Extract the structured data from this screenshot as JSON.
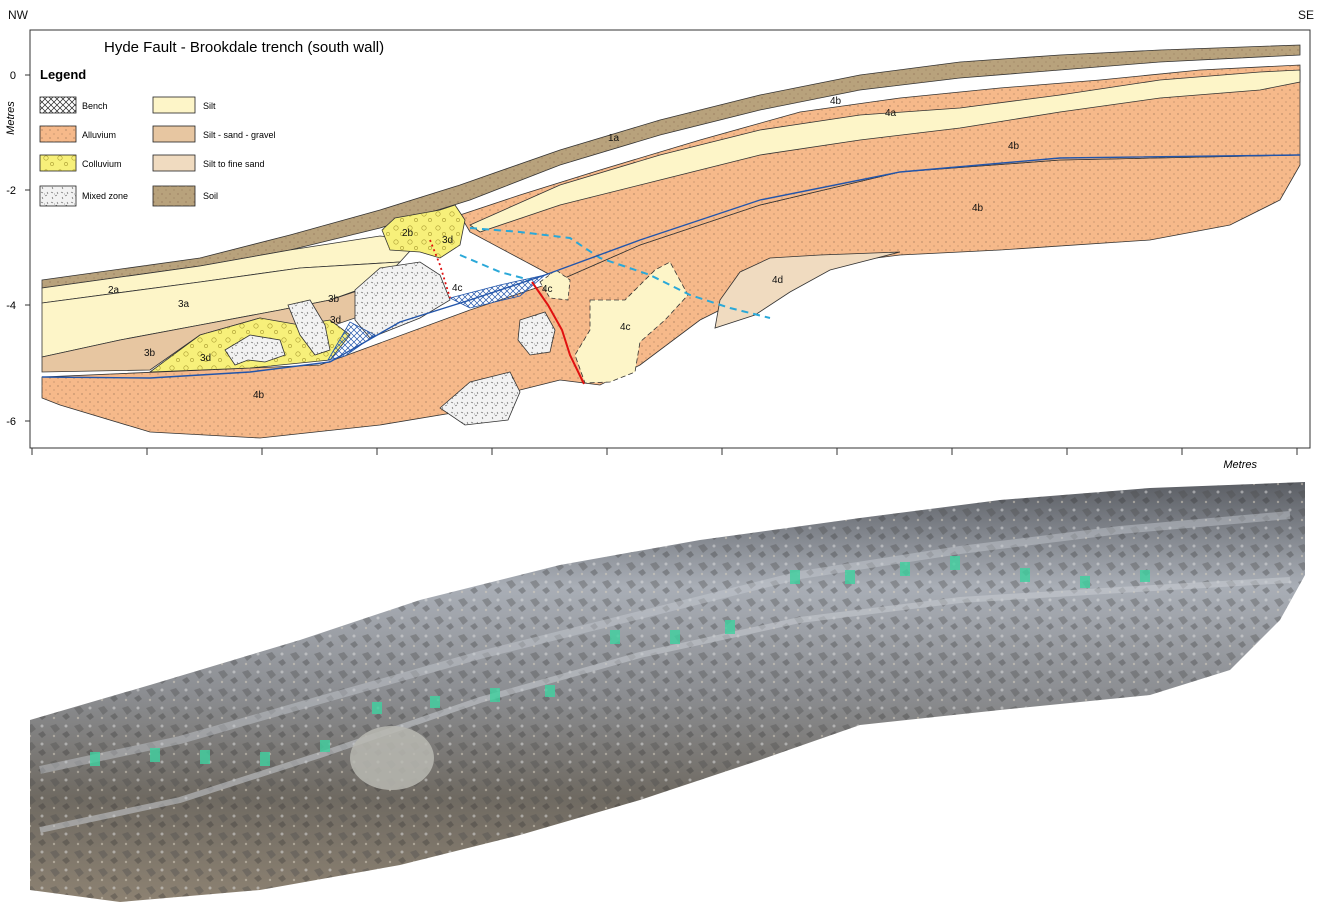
{
  "orientation": {
    "left": "NW",
    "right": "SE"
  },
  "title": "Hyde Fault - Brookdale trench (south wall)",
  "y_axis": {
    "label": "Metres",
    "ticks": [
      "0",
      "-2",
      "-4",
      "-6"
    ]
  },
  "x_axis": {
    "label": "Metres"
  },
  "legend": {
    "title": "Legend",
    "items": [
      {
        "label": "Bench",
        "color": "#ffffff",
        "pattern": "crosshatch"
      },
      {
        "label": "Silt",
        "color": "#fdf5c8"
      },
      {
        "label": "Alluvium",
        "color": "#f6b98a"
      },
      {
        "label": "Silt - sand - gravel",
        "color": "#e7c6a1"
      },
      {
        "label": "Colluvium",
        "color": "#f7f07a"
      },
      {
        "label": "Silt to fine sand",
        "color": "#f0dbc0"
      },
      {
        "label": "Mixed zone",
        "color": "#c8c8c8"
      },
      {
        "label": "Soil",
        "color": "#b8a27c"
      }
    ]
  },
  "unit_labels": [
    "1a",
    "2a",
    "2b",
    "3a",
    "3b",
    "3b",
    "3d",
    "3d",
    "3d",
    "4a",
    "4b",
    "4b",
    "4b",
    "4b",
    "4c",
    "4c",
    "4c",
    "4d"
  ],
  "colors": {
    "soil": "#b8a27c",
    "silt": "#fdf5c8",
    "alluvium": "#f6b98a",
    "silt_sand_gravel": "#e7c6a1",
    "colluvium": "#f7f07a",
    "silt_fine_sand": "#f0dbc0",
    "mixed": "#d4d4d4",
    "fault": "#e01010",
    "dashed_contact": "#2aa8d8",
    "bench_contact": "#2255aa"
  }
}
